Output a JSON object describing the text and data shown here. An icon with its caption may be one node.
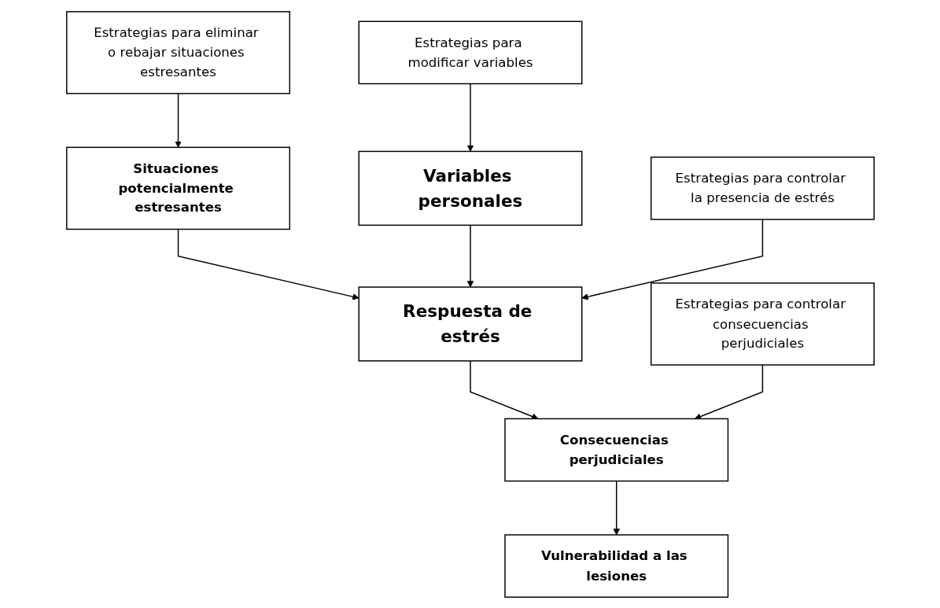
{
  "diagram": {
    "nodes": [
      {
        "text": [
          "Estrategias para eliminar o rebajar situaciones estresantes"
        ]
      },
      {
        "text": [
          "Situaciones potencialmente estresantes"
        ]
      },
      {
        "text": [
          "Variables personales"
        ]
      },
      {
        "text": [
          "Estrategias para modificar variables"
        ]
      },
      {
        "text": [
          "Respuesta de estrés"
        ]
      },
      {
        "text": [
          "Estrategias para controlar la presencia de estrés"
        ]
      },
      {
        "text": [
          "Estrategias para controlar consecuencias perjudiciales"
        ]
      },
      {
        "text": [
          "Consecuencias perjudiciales"
        ]
      },
      {
        "text": [
          "Vulnerabilidad a las lesiones"
        ]
      }
    ],
    "edges": [
      {
        "from": 0,
        "to": 1,
        "arrow": "to"
      },
      {
        "from": 3,
        "to": 2,
        "arrow": "to"
      },
      {
        "from": 1,
        "to": 4,
        "arrow": "to"
      },
      {
        "from": 2,
        "to": 4,
        "arrow": "to"
      },
      {
        "from": 5,
        "to": 4,
        "arrow": "to"
      },
      {
        "from": 4,
        "to": 7,
        "arrow": "to"
      },
      {
        "from": 6,
        "to": 7,
        "arrow": "to"
      },
      {
        "from": 7,
        "to": 8,
        "arrow": "to"
      }
    ]
  }
}
